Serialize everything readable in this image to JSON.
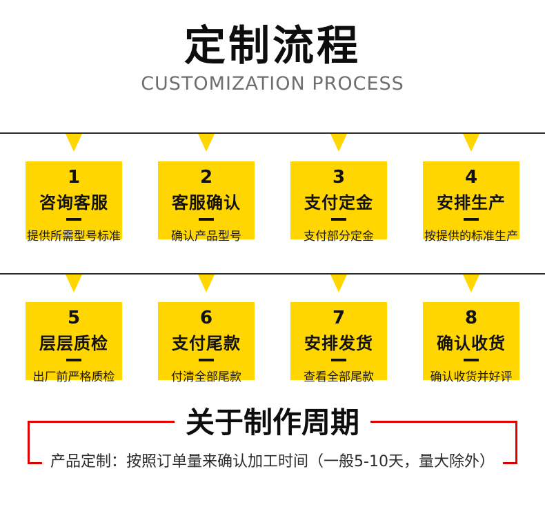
{
  "colors": {
    "yellow": "#ffd600",
    "red": "#e00000",
    "rule": "#2b2b2b"
  },
  "header": {
    "title": "定制流程",
    "subtitle": "CUSTOMIZATION PROCESS"
  },
  "steps": [
    {
      "num": "1",
      "title": "咨询客服",
      "desc": "提供所需型号标准"
    },
    {
      "num": "2",
      "title": "客服确认",
      "desc": "确认产品型号"
    },
    {
      "num": "3",
      "title": "支付定金",
      "desc": "支付部分定金"
    },
    {
      "num": "4",
      "title": "安排生产",
      "desc": "按提供的标准生产"
    },
    {
      "num": "5",
      "title": "层层质检",
      "desc": "出厂前严格质检"
    },
    {
      "num": "6",
      "title": "支付尾款",
      "desc": "付清全部尾款"
    },
    {
      "num": "7",
      "title": "安排发货",
      "desc": "查看全部尾款"
    },
    {
      "num": "8",
      "title": "确认收货",
      "desc": "确认收货并好评"
    }
  ],
  "period": {
    "title": "关于制作周期",
    "note": "产品定制：按照订单量来确认加工时间（一般5-10天，量大除外）"
  }
}
